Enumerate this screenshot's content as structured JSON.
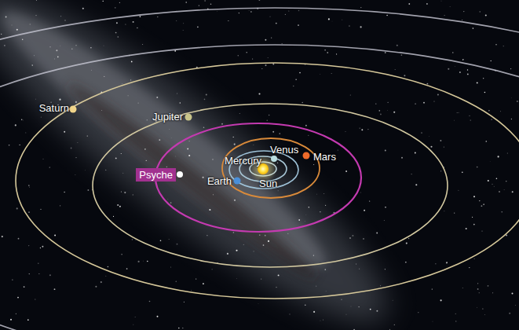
{
  "diagram": {
    "nodes": [
      {
        "text": [
          "Psyche"
        ]
      }
    ],
    "labels": [
      "Saturn",
      "Jupiter",
      "Mercury",
      "Venus",
      "Mars",
      "Earth",
      "Sun"
    ]
  }
}
